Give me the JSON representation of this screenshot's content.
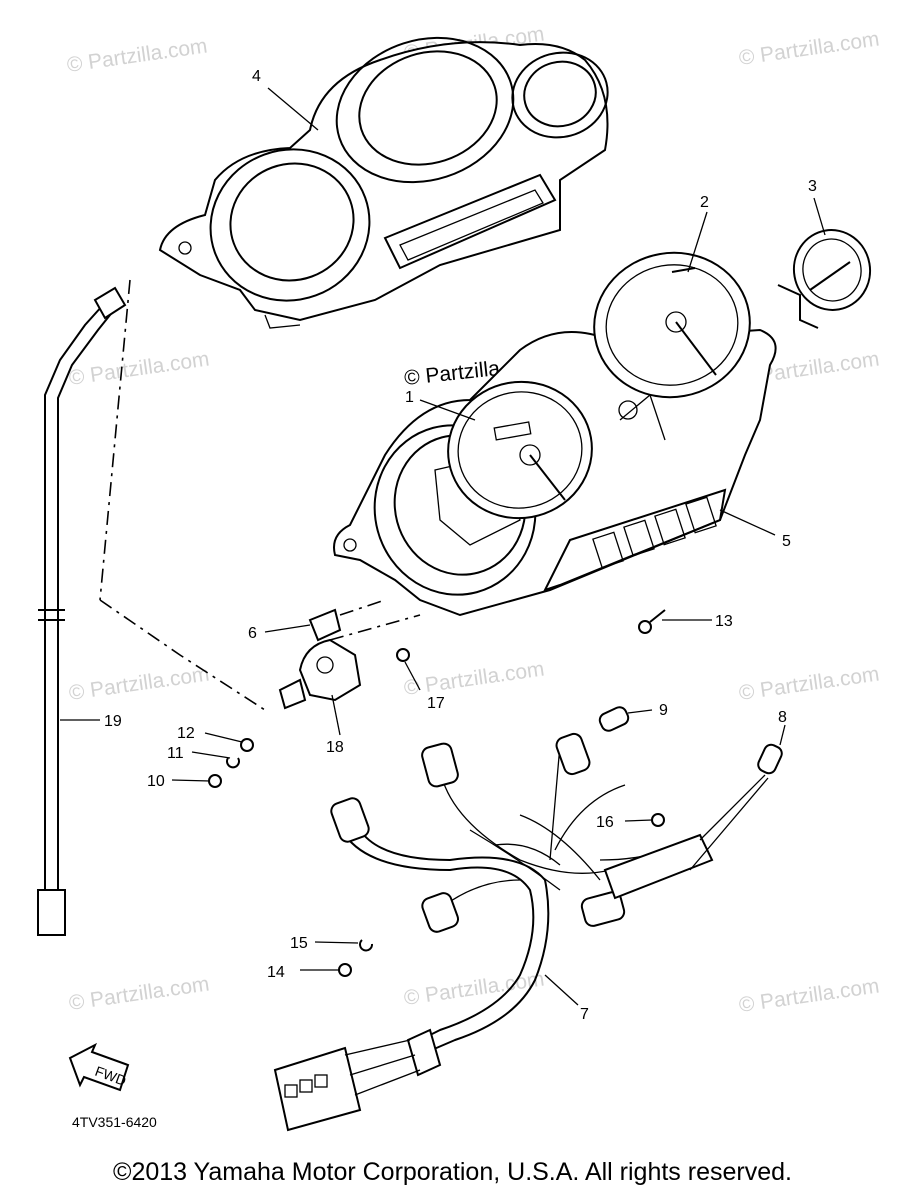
{
  "diagram": {
    "ref_code": "4TV351-6420",
    "fwd_label": "FWD",
    "copyright": "©2013 Yamaha Motor Corporation, U.S.A. All rights reserved.",
    "watermark": "© Partzilla.com",
    "callouts": {
      "c1": "1",
      "c2": "2",
      "c3": "3",
      "c4": "4",
      "c5": "5",
      "c6": "6",
      "c7": "7",
      "c8": "8",
      "c9": "9",
      "c10": "10",
      "c11": "11",
      "c12": "12",
      "c13": "13",
      "c14": "14",
      "c15": "15",
      "c16": "16",
      "c17": "17",
      "c18": "18",
      "c19": "19"
    }
  }
}
